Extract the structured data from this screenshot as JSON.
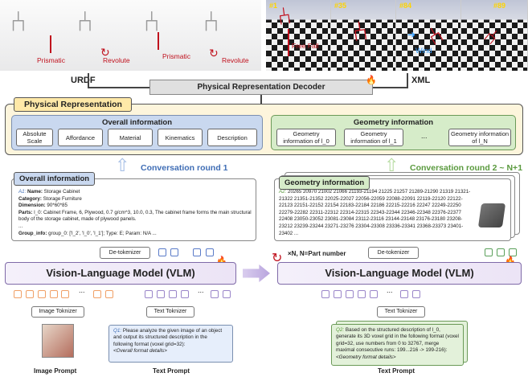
{
  "urdf_panel": {
    "labels": [
      "Prismatic",
      "Revolute",
      "Prismatic",
      "Revolute"
    ],
    "caption": "URDF"
  },
  "xml_panel": {
    "frames": [
      "#1",
      "#35",
      "#84",
      "#89"
    ],
    "annotations": {
      "free_fall": "Free Fall",
      "wind": "Wind"
    },
    "caption": "XML"
  },
  "decoder": {
    "label": "Physical Representation Decoder"
  },
  "physical_representation": {
    "title": "Physical Representation",
    "overall": {
      "title": "Overall information",
      "items": [
        "Absolute Scale",
        "Affordance",
        "Material",
        "Kinematics",
        "Description"
      ]
    },
    "geometry": {
      "title": "Geometry information",
      "items": [
        "Geometry information of l_0",
        "Geometry information of l_1",
        "...",
        "Geometry information of l_N"
      ]
    }
  },
  "conversation": {
    "round1": "Conversation round 1",
    "round2": "Conversation round 2 ~ N+1"
  },
  "overall_card": {
    "title": "Overall information",
    "a1_tag": "A1:",
    "lines": [
      {
        "k": "Name:",
        "v": " Storage Cabinet"
      },
      {
        "k": "Category:",
        "v": " Storage Furniture"
      },
      {
        "k": "Dimension:",
        "v": " 90*60*85"
      },
      {
        "k": "Parts:",
        "v": " l_0: Cabinet Frame, 6, Plywood, 0.7 g/cm^3, 10.0, 0.3, The cabinet frame forms the main structural body of the storage cabinet, made of plywood panels."
      },
      {
        "k": "",
        "v": "..."
      },
      {
        "k": "Group_info:",
        "v": " group_0: ['l_2', 'l_0', 'l_1']; Type: E; Param: N/A ..."
      }
    ]
  },
  "geometry_card": {
    "title": "Geometry information",
    "a2_tag": "A2:",
    "text": "20265 20970 21002 21066 21193-21194 21225 21257 21289-21290 21319 21321-21322 21351-21352 22025-22027 22056-22059 22088-22091 22119-22120 22122-22123 22151-22152 22154 22183-22184 22186 22215-22216 22247 22249-22250 22279-22282 22311-22312 22314-22315 22343-22344 22346-22348 22376-22377 22408 23050-23052 23081-23084 23112-23116 23144-23148 23176-23180 23208-23212 23239-23244 23271-23276 23304-23308 23336-23341 23368-23373 23401-23402 ..."
  },
  "vlm": {
    "label_left": "Vision-Language Model (VLM)",
    "label_right": "Vision-Language Model (VLM)",
    "loop_note": "×N, N=Part number"
  },
  "detokenizer": {
    "label": "De-tokenizer"
  },
  "tokenizers": {
    "image": "Image Toknizer",
    "text": "Text Toknizer"
  },
  "ellipsis": "...",
  "prompts": {
    "image": "Image Prompt",
    "text_left": "Text Prompt",
    "text_right": "Text Prompt",
    "q1_tag": "Q1:",
    "q1": " Please analyze the given image of an object and output its structured description in the following format (voxel grid=32):",
    "q1_detail": "<Overall format details>",
    "q2_tag": "Q2:",
    "q2": " Based on the structured description of l_0, generate its 3D voxel grid in the following format (voxel grid=32, use numbers from 0 to 32767, merge maximal consecutive runs: 199...216 -> 199-216):",
    "q2_detail": "<Geometry format details>"
  },
  "colors": {
    "orange": "#f0a067",
    "blue": "#5a7bc8",
    "green": "#5aa05a",
    "purple": "#9a86c9",
    "red": "#c0111d"
  },
  "icons": [
    "fire-icon",
    "up-arrow-icon",
    "loop-icon",
    "chair-icon",
    "cabinet-icon"
  ]
}
